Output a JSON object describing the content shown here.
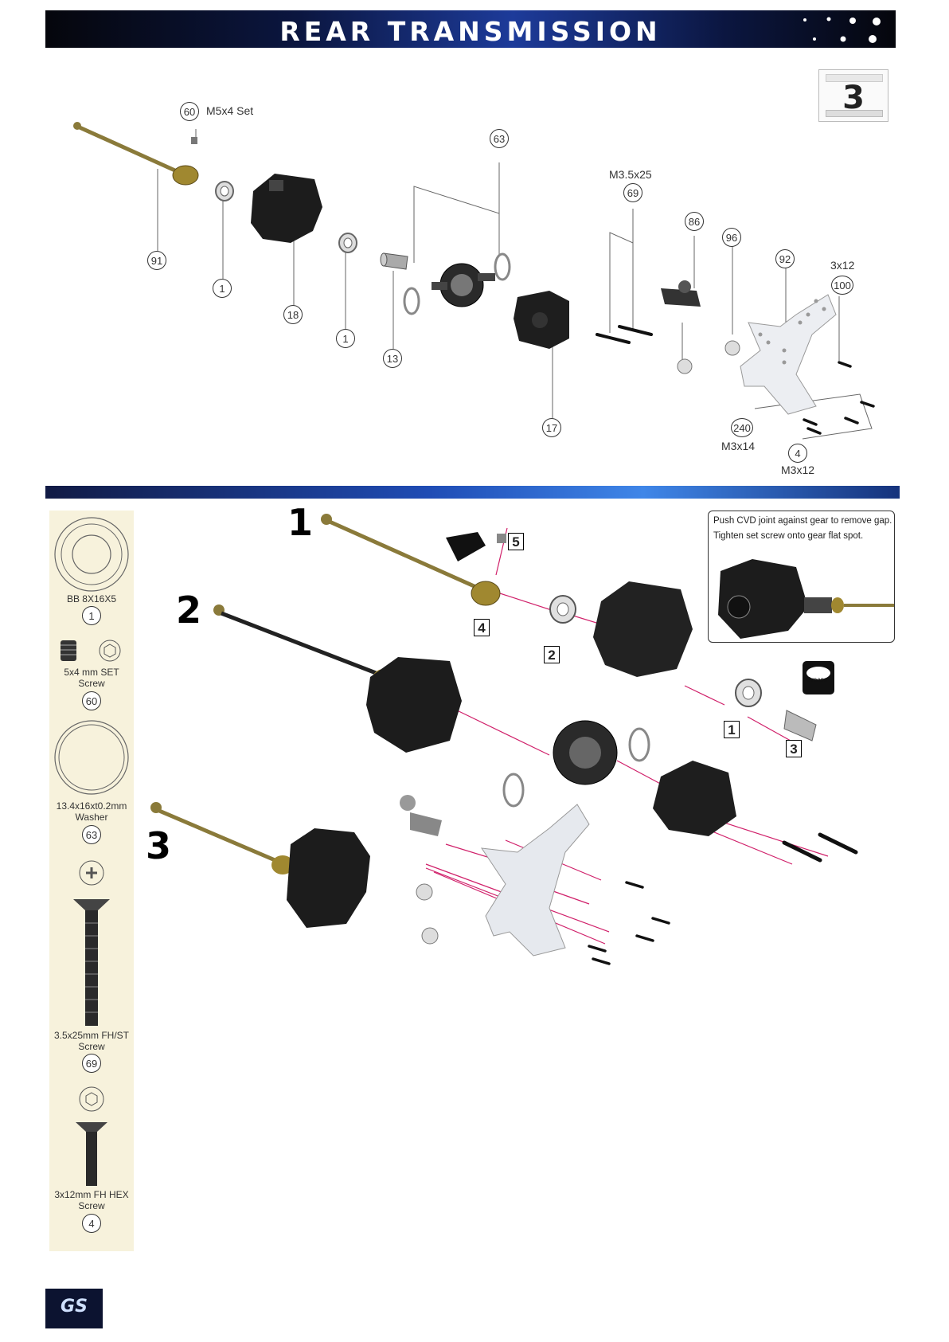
{
  "header": {
    "title": "REAR TRANSMISSION"
  },
  "step_badge": {
    "number": "3"
  },
  "parts": {
    "p60": "60",
    "p60_spec": "M5x4 Set",
    "p63": "63",
    "p69_spec": "M3.5x25",
    "p69": "69",
    "p86": "86",
    "p96": "96",
    "p92": "92",
    "p100_spec": "3x12",
    "p100": "100",
    "p91": "91",
    "p1a": "1",
    "p18": "18",
    "p1b": "1",
    "p13": "13",
    "p17": "17",
    "p240": "240",
    "p240_spec": "M3x14",
    "p4": "4",
    "p4_spec": "M3x12"
  },
  "sidebar": {
    "bb_name": "BB 8X16X5",
    "bb_num": "1",
    "set_name1": "5x4 mm SET",
    "set_name2": "Screw",
    "set_num": "60",
    "washer_name1": "13.4x16xt0.2mm",
    "washer_name2": "Washer",
    "washer_num": "63",
    "fh_name1": "3.5x25mm FH/ST",
    "fh_name2": "Screw",
    "fh_num": "69",
    "hex_name1": "3x12mm FH HEX",
    "hex_name2": "Screw",
    "hex_num": "4"
  },
  "assembly": {
    "step1": "1",
    "step2": "2",
    "step3": "3",
    "box5": "5",
    "box4": "4",
    "box2": "2",
    "box1": "1",
    "box3": "3",
    "grease_label": "Grease",
    "inset_line1": "Push CVD joint against gear to remove gap.",
    "inset_line2": "Tighten set screw onto gear flat spot."
  },
  "colors": {
    "banner": "#0b1640",
    "accent_blue": "#1f4cb5",
    "arrow_red": "#d0206a",
    "shaft_gold": "#8a7a3a"
  }
}
